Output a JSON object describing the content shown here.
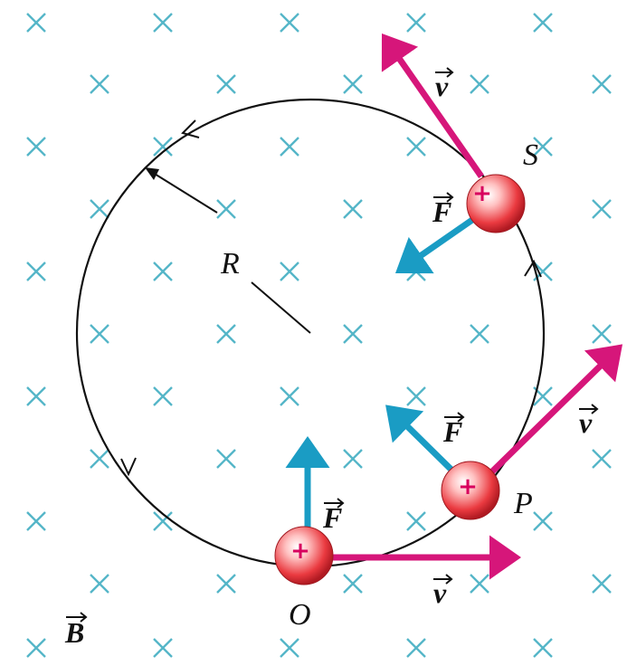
{
  "labels": {
    "radius": "R",
    "point_S": "S",
    "point_P": "P",
    "point_O": "O",
    "field": "B",
    "velocity": "v",
    "force": "F",
    "charge": "+"
  },
  "colors": {
    "velocity": "#d6167a",
    "force": "#1a9cc4",
    "field_marks": "#55b6c8",
    "circle": "#111111",
    "charge_fill": "#e8303a",
    "charge_sign": "#d8005e"
  },
  "icons": {
    "field_mark": "cross-icon",
    "charge": "positive-charge-icon"
  }
}
